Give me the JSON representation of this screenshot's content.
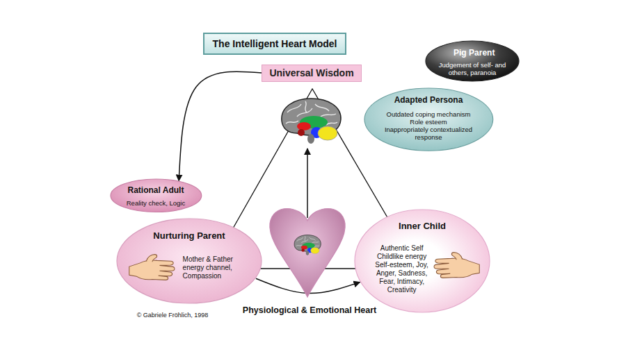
{
  "diagram": {
    "title": "The Intelligent Heart Model",
    "nodes": [
      {
        "text": [
          "Universal Wisdom"
        ]
      },
      {
        "text": [
          "Pig Parent",
          "Judgement of self- and others, paranoia"
        ]
      },
      {
        "text": [
          "Adapted Persona",
          "Outdated coping mechanism",
          "Role esteem",
          "Inappropriately contextualized response"
        ]
      },
      {
        "text": [
          "Rational Adult",
          "Reality check, Logic"
        ]
      },
      {
        "text": [
          "Nurturing Parent",
          "Mother & Father energy channel, Compassion"
        ]
      },
      {
        "text": [
          "Inner Child",
          "Authentic Self Childlike energy Self-esteem, Joy, Anger, Sadness, Fear, Intimacy, Creativity"
        ]
      }
    ],
    "edges": [
      {
        "from": 0,
        "to": 3,
        "arrow": "to"
      },
      {
        "from": 4,
        "to": 5,
        "arrow": "to"
      }
    ],
    "labels": [
      "Physiological & Emotional Heart",
      "© Gabriele Fröhlich, 1998"
    ]
  }
}
